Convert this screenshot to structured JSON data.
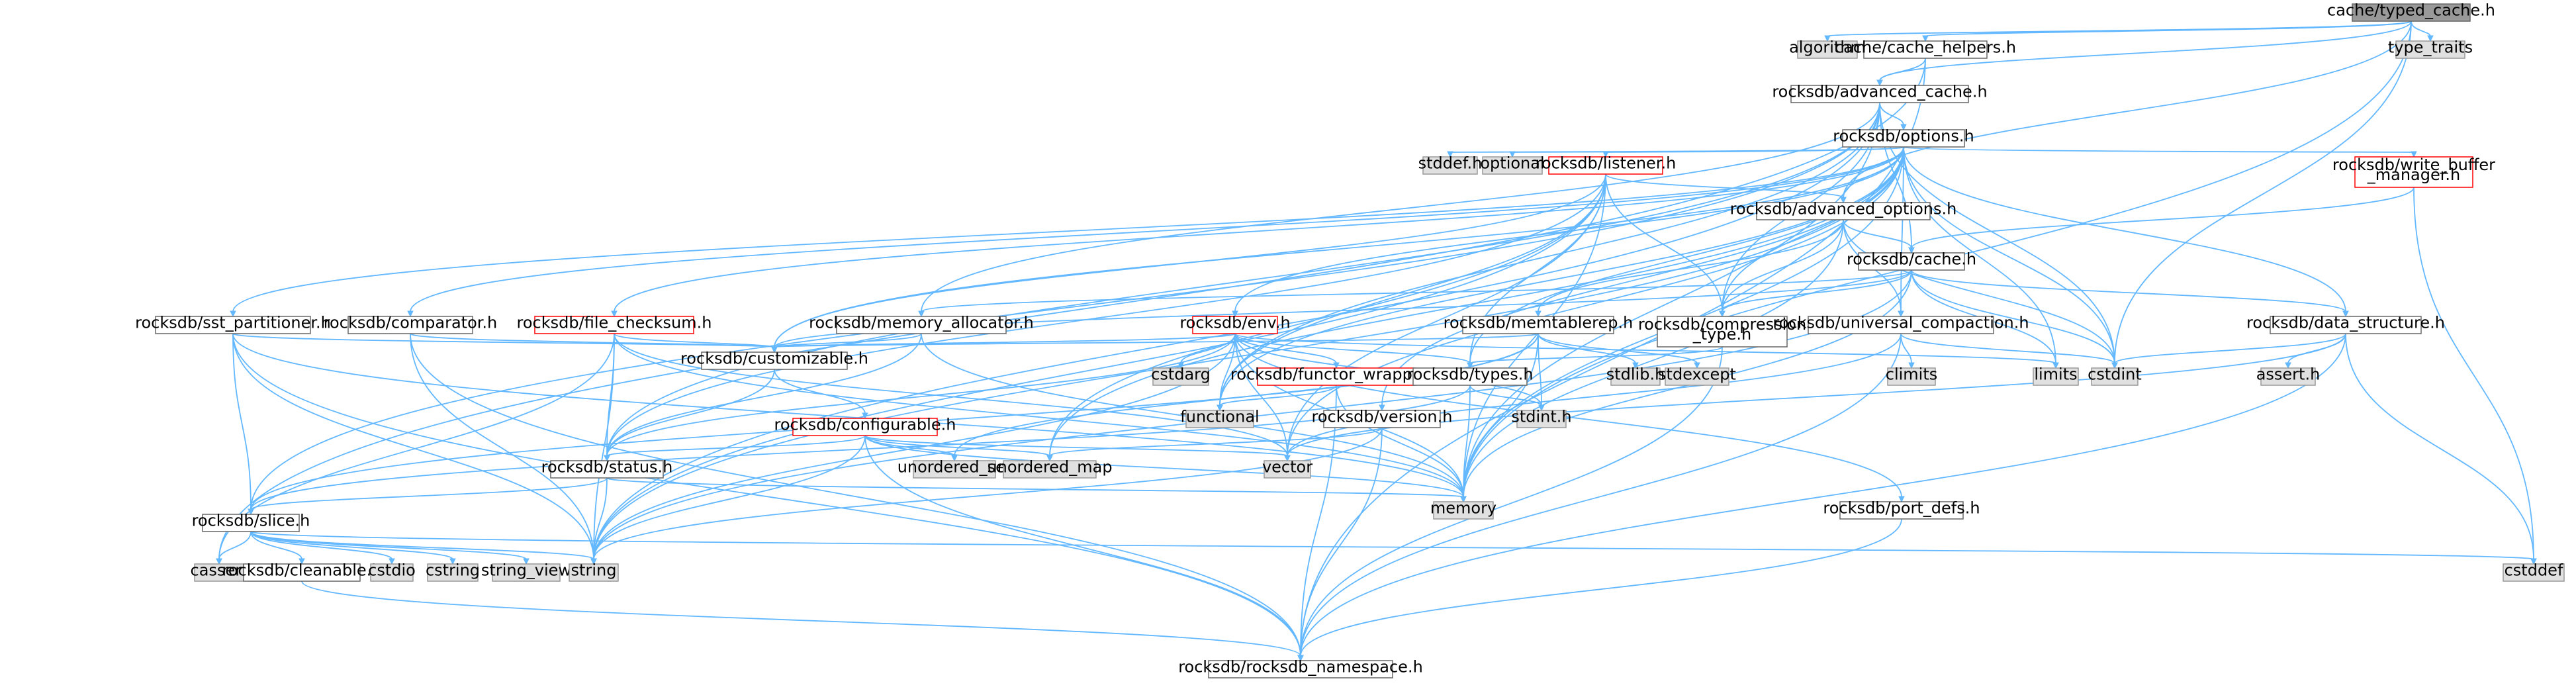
{
  "colors": {
    "root_fill": "#999999",
    "root_stroke": "#666666",
    "file_fill": "#ffffff",
    "file_stroke": "#666666",
    "highlight_stroke": "#ff0000",
    "system_fill": "#e0e0e0",
    "system_stroke": "#999999",
    "edge": "#63b8ff",
    "text": "#000000"
  },
  "nodes": [
    {
      "id": "typed_cache",
      "label": "cache/typed_cache.h",
      "kind": "root"
    },
    {
      "id": "algorithm",
      "label": "algorithm",
      "kind": "system"
    },
    {
      "id": "cache_helpers",
      "label": "cache/cache_helpers.h",
      "kind": "file"
    },
    {
      "id": "type_traits",
      "label": "type_traits",
      "kind": "system"
    },
    {
      "id": "advanced_cache",
      "label": "rocksdb/advanced_cache.h",
      "kind": "file"
    },
    {
      "id": "options",
      "label": "rocksdb/options.h",
      "kind": "file"
    },
    {
      "id": "stddef",
      "label": "stddef.h",
      "kind": "system"
    },
    {
      "id": "optional",
      "label": "optional",
      "kind": "system"
    },
    {
      "id": "listener",
      "label": "rocksdb/listener.h",
      "kind": "highlight"
    },
    {
      "id": "write_buffer_manager",
      "label": [
        "rocksdb/write_buffer",
        "_manager.h"
      ],
      "kind": "highlight"
    },
    {
      "id": "advanced_options",
      "label": "rocksdb/advanced_options.h",
      "kind": "file"
    },
    {
      "id": "cache",
      "label": "rocksdb/cache.h",
      "kind": "file"
    },
    {
      "id": "sst_partitioner",
      "label": "rocksdb/sst_partitioner.h",
      "kind": "file"
    },
    {
      "id": "comparator",
      "label": "rocksdb/comparator.h",
      "kind": "file"
    },
    {
      "id": "file_checksum",
      "label": "rocksdb/file_checksum.h",
      "kind": "highlight"
    },
    {
      "id": "memory_allocator",
      "label": "rocksdb/memory_allocator.h",
      "kind": "file"
    },
    {
      "id": "env",
      "label": "rocksdb/env.h",
      "kind": "highlight"
    },
    {
      "id": "memtablerep",
      "label": "rocksdb/memtablerep.h",
      "kind": "file"
    },
    {
      "id": "compression_type",
      "label": [
        "rocksdb/compression",
        "_type.h"
      ],
      "kind": "file"
    },
    {
      "id": "universal_compaction",
      "label": "rocksdb/universal_compaction.h",
      "kind": "file"
    },
    {
      "id": "data_structure",
      "label": "rocksdb/data_structure.h",
      "kind": "file"
    },
    {
      "id": "customizable",
      "label": "rocksdb/customizable.h",
      "kind": "file"
    },
    {
      "id": "cstdarg",
      "label": "cstdarg",
      "kind": "system"
    },
    {
      "id": "functor_wrapper",
      "label": "rocksdb/functor_wrapper.h",
      "kind": "highlight"
    },
    {
      "id": "types",
      "label": "rocksdb/types.h",
      "kind": "file"
    },
    {
      "id": "stdlib",
      "label": "stdlib.h",
      "kind": "system"
    },
    {
      "id": "stdexcept",
      "label": "stdexcept",
      "kind": "system"
    },
    {
      "id": "climits",
      "label": "climits",
      "kind": "system"
    },
    {
      "id": "limits",
      "label": "limits",
      "kind": "system"
    },
    {
      "id": "cstdint",
      "label": "cstdint",
      "kind": "system"
    },
    {
      "id": "assert_h",
      "label": "assert.h",
      "kind": "system"
    },
    {
      "id": "configurable",
      "label": "rocksdb/configurable.h",
      "kind": "highlight"
    },
    {
      "id": "functional",
      "label": "functional",
      "kind": "system"
    },
    {
      "id": "version",
      "label": "rocksdb/version.h",
      "kind": "file"
    },
    {
      "id": "stdint",
      "label": "stdint.h",
      "kind": "system"
    },
    {
      "id": "status",
      "label": "rocksdb/status.h",
      "kind": "file"
    },
    {
      "id": "unordered_set",
      "label": "unordered_set",
      "kind": "system"
    },
    {
      "id": "unordered_map",
      "label": "unordered_map",
      "kind": "system"
    },
    {
      "id": "vector",
      "label": "vector",
      "kind": "system"
    },
    {
      "id": "memory",
      "label": "memory",
      "kind": "system"
    },
    {
      "id": "slice",
      "label": "rocksdb/slice.h",
      "kind": "file"
    },
    {
      "id": "port_defs",
      "label": "rocksdb/port_defs.h",
      "kind": "file"
    },
    {
      "id": "cassert",
      "label": "cassert",
      "kind": "system"
    },
    {
      "id": "cleanable",
      "label": "rocksdb/cleanable.h",
      "kind": "file"
    },
    {
      "id": "cstdio",
      "label": "cstdio",
      "kind": "system"
    },
    {
      "id": "cstring",
      "label": "cstring",
      "kind": "system"
    },
    {
      "id": "string_view",
      "label": "string_view",
      "kind": "system"
    },
    {
      "id": "string",
      "label": "string",
      "kind": "system"
    },
    {
      "id": "cstddef",
      "label": "cstddef",
      "kind": "system"
    },
    {
      "id": "rocksdb_namespace",
      "label": "rocksdb/rocksdb_namespace.h",
      "kind": "file"
    }
  ],
  "edges": [
    [
      "typed_cache",
      "algorithm"
    ],
    [
      "typed_cache",
      "cache_helpers"
    ],
    [
      "typed_cache",
      "type_traits"
    ],
    [
      "typed_cache",
      "advanced_cache"
    ],
    [
      "typed_cache",
      "advanced_options"
    ],
    [
      "typed_cache",
      "cstdint"
    ],
    [
      "typed_cache",
      "memory"
    ],
    [
      "cache_helpers",
      "advanced_cache"
    ],
    [
      "cache_helpers",
      "cassert"
    ],
    [
      "cache_helpers",
      "rocksdb_namespace"
    ],
    [
      "advanced_cache",
      "options"
    ],
    [
      "advanced_cache",
      "cache"
    ],
    [
      "advanced_cache",
      "memory_allocator"
    ],
    [
      "advanced_cache",
      "slice"
    ],
    [
      "advanced_cache",
      "status"
    ],
    [
      "advanced_cache",
      "string"
    ],
    [
      "advanced_cache",
      "memory"
    ],
    [
      "advanced_cache",
      "cstdint"
    ],
    [
      "advanced_cache",
      "functional"
    ],
    [
      "advanced_cache",
      "compression_type"
    ],
    [
      "options",
      "stddef"
    ],
    [
      "options",
      "optional"
    ],
    [
      "options",
      "listener"
    ],
    [
      "options",
      "write_buffer_manager"
    ],
    [
      "options",
      "advanced_options"
    ],
    [
      "options",
      "sst_partitioner"
    ],
    [
      "options",
      "comparator"
    ],
    [
      "options",
      "file_checksum"
    ],
    [
      "options",
      "env"
    ],
    [
      "options",
      "compression_type"
    ],
    [
      "options",
      "universal_compaction"
    ],
    [
      "options",
      "data_structure"
    ],
    [
      "options",
      "customizable"
    ],
    [
      "options",
      "types"
    ],
    [
      "options",
      "version"
    ],
    [
      "options",
      "functional"
    ],
    [
      "options",
      "unordered_map"
    ],
    [
      "options",
      "vector"
    ],
    [
      "options",
      "memory"
    ],
    [
      "options",
      "string"
    ],
    [
      "options",
      "limits"
    ],
    [
      "options",
      "cstdint"
    ],
    [
      "listener",
      "advanced_options"
    ],
    [
      "listener",
      "compression_type"
    ],
    [
      "listener",
      "customizable"
    ],
    [
      "listener",
      "status"
    ],
    [
      "listener",
      "types"
    ],
    [
      "listener",
      "functional"
    ],
    [
      "listener",
      "unordered_map"
    ],
    [
      "listener",
      "vector"
    ],
    [
      "listener",
      "memory"
    ],
    [
      "listener",
      "string"
    ],
    [
      "write_buffer_manager",
      "cache"
    ],
    [
      "write_buffer_manager",
      "cstddef"
    ],
    [
      "advanced_options",
      "cache"
    ],
    [
      "advanced_options",
      "memtablerep"
    ],
    [
      "advanced_options",
      "compression_type"
    ],
    [
      "advanced_options",
      "universal_compaction"
    ],
    [
      "advanced_options",
      "memory"
    ],
    [
      "advanced_options",
      "cstdint"
    ],
    [
      "cache",
      "compression_type"
    ],
    [
      "cache",
      "data_structure"
    ],
    [
      "cache",
      "memory_allocator"
    ],
    [
      "cache",
      "customizable"
    ],
    [
      "cache",
      "cstdint"
    ],
    [
      "cache",
      "limits"
    ],
    [
      "cache",
      "memory"
    ],
    [
      "cache",
      "string"
    ],
    [
      "sst_partitioner",
      "customizable"
    ],
    [
      "sst_partitioner",
      "slice"
    ],
    [
      "sst_partitioner",
      "rocksdb_namespace"
    ],
    [
      "sst_partitioner",
      "memory"
    ],
    [
      "sst_partitioner",
      "string"
    ],
    [
      "comparator",
      "customizable"
    ],
    [
      "comparator",
      "rocksdb_namespace"
    ],
    [
      "comparator",
      "string"
    ],
    [
      "file_checksum",
      "customizable"
    ],
    [
      "file_checksum",
      "status"
    ],
    [
      "file_checksum",
      "cassert"
    ],
    [
      "file_checksum",
      "vector"
    ],
    [
      "file_checksum",
      "memory"
    ],
    [
      "file_checksum",
      "string"
    ],
    [
      "memory_allocator",
      "customizable"
    ],
    [
      "memory_allocator",
      "status"
    ],
    [
      "memory_allocator",
      "memory"
    ],
    [
      "env",
      "customizable"
    ],
    [
      "env",
      "cstdarg"
    ],
    [
      "env",
      "functor_wrapper"
    ],
    [
      "env",
      "types"
    ],
    [
      "env",
      "status"
    ],
    [
      "env",
      "port_defs"
    ],
    [
      "env",
      "functional"
    ],
    [
      "env",
      "limits"
    ],
    [
      "env",
      "vector"
    ],
    [
      "env",
      "memory"
    ],
    [
      "env",
      "string"
    ],
    [
      "env",
      "stdint"
    ],
    [
      "memtablerep",
      "customizable"
    ],
    [
      "memtablerep",
      "slice"
    ],
    [
      "memtablerep",
      "stdlib"
    ],
    [
      "memtablerep",
      "stdexcept"
    ],
    [
      "memtablerep",
      "stdint"
    ],
    [
      "memtablerep",
      "unordered_set"
    ],
    [
      "memtablerep",
      "memory"
    ],
    [
      "compression_type",
      "types"
    ],
    [
      "compression_type",
      "rocksdb_namespace"
    ],
    [
      "universal_compaction",
      "climits"
    ],
    [
      "universal_compaction",
      "cstdint"
    ],
    [
      "universal_compaction",
      "vector"
    ],
    [
      "universal_compaction",
      "rocksdb_namespace"
    ],
    [
      "data_structure",
      "assert_h"
    ],
    [
      "data_structure",
      "cstddef"
    ],
    [
      "data_structure",
      "cstdint"
    ],
    [
      "data_structure",
      "vector"
    ],
    [
      "data_structure",
      "rocksdb_namespace"
    ],
    [
      "customizable",
      "configurable"
    ],
    [
      "customizable",
      "status"
    ],
    [
      "functor_wrapper",
      "functional"
    ],
    [
      "functor_wrapper",
      "memory"
    ],
    [
      "functor_wrapper",
      "rocksdb_namespace"
    ],
    [
      "types",
      "slice"
    ],
    [
      "types",
      "stdint"
    ],
    [
      "types",
      "memory"
    ],
    [
      "configurable",
      "rocksdb_namespace"
    ],
    [
      "configurable",
      "status"
    ],
    [
      "configurable",
      "unordered_set"
    ],
    [
      "configurable",
      "unordered_map"
    ],
    [
      "configurable",
      "vector"
    ],
    [
      "configurable",
      "memory"
    ],
    [
      "configurable",
      "string"
    ],
    [
      "version",
      "rocksdb_namespace"
    ],
    [
      "version",
      "unordered_map"
    ],
    [
      "version",
      "string"
    ],
    [
      "status",
      "slice"
    ],
    [
      "status",
      "string"
    ],
    [
      "status",
      "memory"
    ],
    [
      "slice",
      "cleanable"
    ],
    [
      "slice",
      "cassert"
    ],
    [
      "slice",
      "cstdio"
    ],
    [
      "slice",
      "cstring"
    ],
    [
      "slice",
      "string_view"
    ],
    [
      "slice",
      "string"
    ],
    [
      "slice",
      "cstddef"
    ],
    [
      "cleanable",
      "rocksdb_namespace"
    ],
    [
      "port_defs",
      "rocksdb_namespace"
    ]
  ]
}
